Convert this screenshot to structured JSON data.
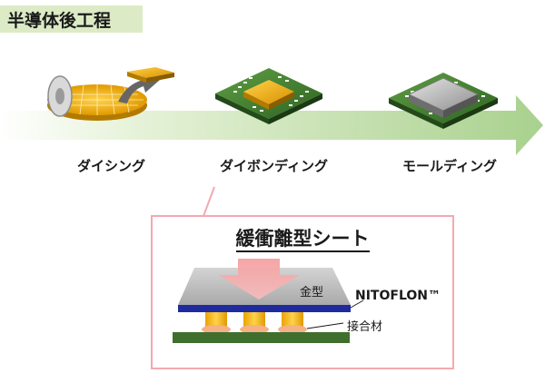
{
  "header": {
    "title": "半導体後工程"
  },
  "stages": [
    {
      "label": "ダイシング"
    },
    {
      "label": "ダイボンディング"
    },
    {
      "label": "モールディング"
    }
  ],
  "callout": {
    "title": "緩衝離型シート",
    "labels": {
      "mold": "金型",
      "film": "NITOFLON™",
      "bond": "接合材"
    }
  },
  "colors": {
    "title_bg": "#dcebc6",
    "arrow": "#a9d18e",
    "callout_border": "#f3a9b0",
    "film": "#1f2a9e",
    "chip_gold": "#f5b400",
    "pcb_green": "#3f7f2f",
    "mold_gray": "#bdbdbd"
  }
}
